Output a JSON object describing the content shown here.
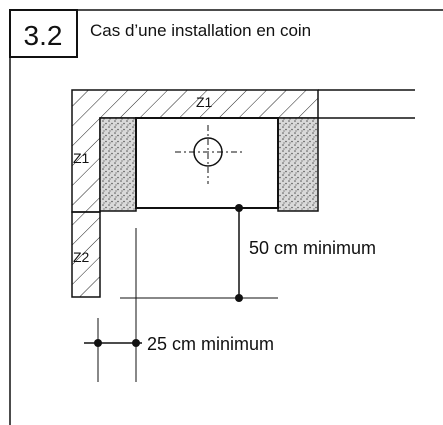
{
  "figure": {
    "number": "3.2",
    "title": "Cas d’une installation en coin"
  },
  "zones": {
    "z1_wall_top": "Z1",
    "z1_wall_left": "Z1",
    "z2_wall_left": "Z2"
  },
  "dimensions": {
    "front_clearance": "50 cm minimum",
    "side_clearance": "25 cm minimum"
  },
  "colors": {
    "line": "#111111",
    "hatch": "#222222",
    "stipple": "#555555",
    "stipple_bg": "#d9d9d9",
    "background": "#ffffff"
  }
}
